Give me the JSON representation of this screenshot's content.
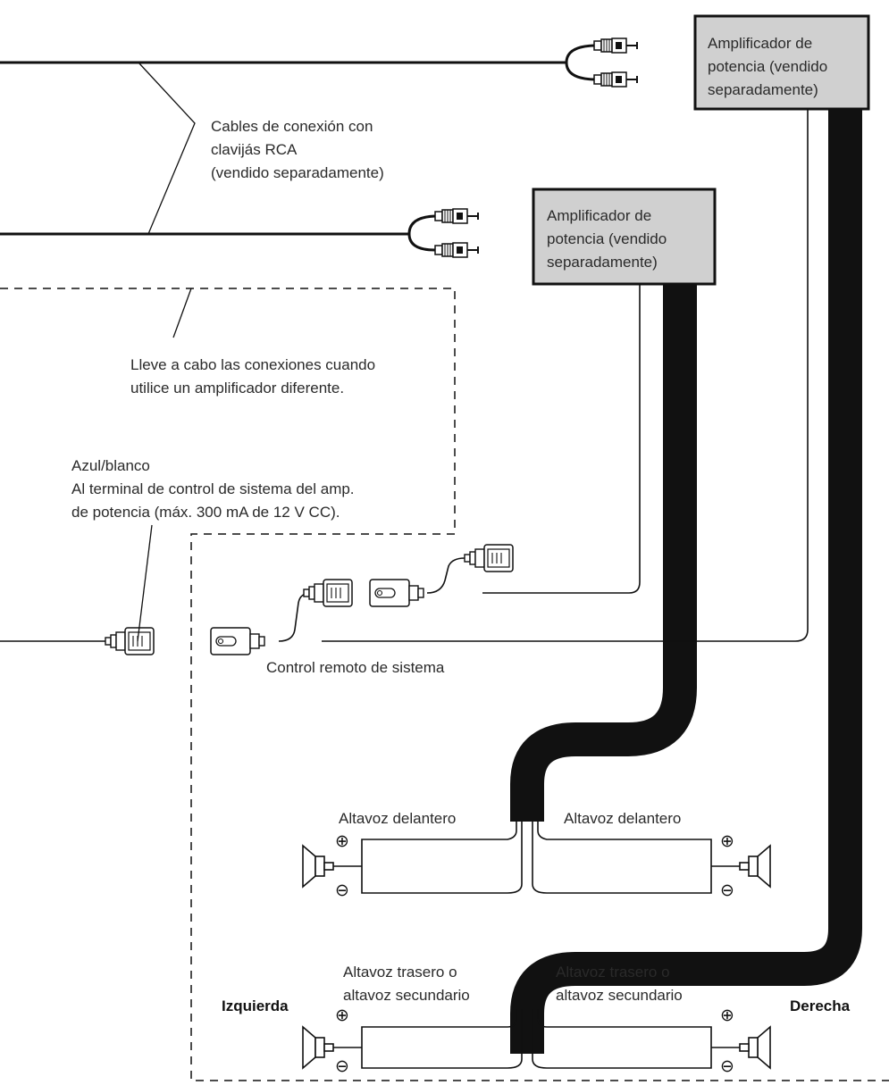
{
  "amp_top": {
    "lines": [
      "Amplificador de",
      "potencia (vendido",
      "separadamente)"
    ]
  },
  "amp_mid": {
    "lines": [
      "Amplificador de",
      "potencia (vendido",
      "separadamente)"
    ]
  },
  "rca_cables": {
    "lines": [
      "Cables de conexión con",
      "clavijás RCA",
      "(vendido separadamente)"
    ]
  },
  "note": {
    "lines": [
      "Lleve a cabo las conexiones cuando",
      "utilice un amplificador diferente."
    ]
  },
  "blue_white": {
    "lines": [
      "Azul/blanco",
      "Al terminal de control de sistema del amp.",
      "de potencia (máx. 300 mA de 12 V CC)."
    ]
  },
  "remote": {
    "label": "Control remoto de sistema"
  },
  "speakers": {
    "front_left": "Altavoz delantero",
    "front_right": "Altavoz delantero",
    "rear_left": [
      "Altavoz trasero o",
      "altavoz secundario"
    ],
    "rear_right": [
      "Altavoz trasero o",
      "altavoz secundario"
    ]
  },
  "sides": {
    "left": "Izquierda",
    "right": "Derecha"
  },
  "symbols": {
    "plus": "⊕",
    "minus": "⊖"
  },
  "colors": {
    "amp_fill": "#d0d0d0",
    "line": "#111111"
  }
}
